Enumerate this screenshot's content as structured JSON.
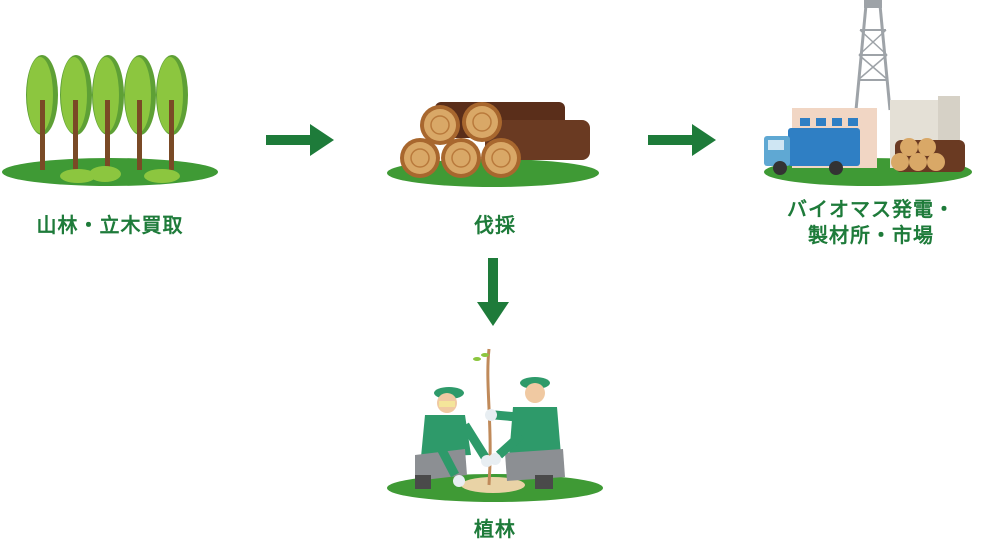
{
  "colors": {
    "accent": "#1e7b3a",
    "ground": "#3f9a35",
    "tree_leaf": "#8cc63f",
    "tree_leaf_dark": "#5ea035",
    "trunk": "#7a4a26",
    "log": "#6a3a22",
    "log_end": "#d9a867",
    "truck": "#2f7fc4",
    "factory": "#f1d6c4",
    "uniform": "#2e9a6a"
  },
  "flow": {
    "step1": {
      "label": "山林・立木買取",
      "icon": "forest-trees-icon"
    },
    "step2": {
      "label": "伐採",
      "icon": "cut-logs-icon"
    },
    "step3": {
      "label_line1": "バイオマス発電・",
      "label_line2": "製材所・市場",
      "icon": "biomass-factory-icon"
    },
    "step4": {
      "label": "植林",
      "icon": "tree-planting-workers-icon"
    }
  },
  "connectors": [
    {
      "from": "step1",
      "to": "step2",
      "direction": "right"
    },
    {
      "from": "step2",
      "to": "step3",
      "direction": "right"
    },
    {
      "from": "step2",
      "to": "step4",
      "direction": "down"
    }
  ]
}
